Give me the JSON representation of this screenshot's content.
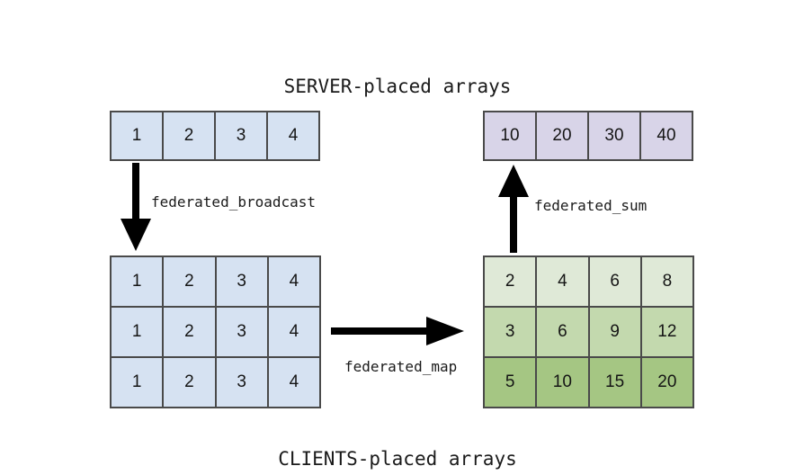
{
  "diagram": {
    "type": "federated-computation-flow",
    "captions": {
      "server": "SERVER-placed arrays",
      "clients": "CLIENTS-placed arrays"
    },
    "edges": [
      {
        "id": "broadcast",
        "label": "federated_broadcast",
        "direction": "down",
        "from": "server-input",
        "to": "clients-input"
      },
      {
        "id": "map",
        "label": "federated_map",
        "direction": "right",
        "from": "clients-input",
        "to": "clients-output"
      },
      {
        "id": "sum",
        "label": "federated_sum",
        "direction": "up",
        "from": "clients-output",
        "to": "server-output"
      }
    ],
    "grids": {
      "server_input": {
        "name": "server-input-array",
        "rows": [
          [
            "1",
            "2",
            "3",
            "4"
          ]
        ],
        "row_colors": [
          "#d6e2f2"
        ]
      },
      "server_output": {
        "name": "server-output-array",
        "rows": [
          [
            "10",
            "20",
            "30",
            "40"
          ]
        ],
        "row_colors": [
          "#d8d4e8"
        ]
      },
      "clients_input": {
        "name": "clients-input-matrix",
        "rows": [
          [
            "1",
            "2",
            "3",
            "4"
          ],
          [
            "1",
            "2",
            "3",
            "4"
          ],
          [
            "1",
            "2",
            "3",
            "4"
          ]
        ],
        "row_colors": [
          "#d6e2f2",
          "#d6e2f2",
          "#d6e2f2"
        ]
      },
      "clients_output": {
        "name": "clients-output-matrix",
        "rows": [
          [
            "2",
            "4",
            "6",
            "8"
          ],
          [
            "3",
            "6",
            "9",
            "12"
          ],
          [
            "5",
            "10",
            "15",
            "20"
          ]
        ],
        "row_colors": [
          "#dfe9d7",
          "#c3d9ae",
          "#a5c683"
        ]
      }
    },
    "colors": {
      "blue_cell": "#d6e2f2",
      "purple_cell": "#d8d4e8",
      "green_light": "#dfe9d7",
      "green_mid": "#c3d9ae",
      "green_dark": "#a5c683",
      "border": "#4a4a4a",
      "arrow": "#000000",
      "text": "#1a1a1a",
      "background": "#ffffff"
    }
  }
}
